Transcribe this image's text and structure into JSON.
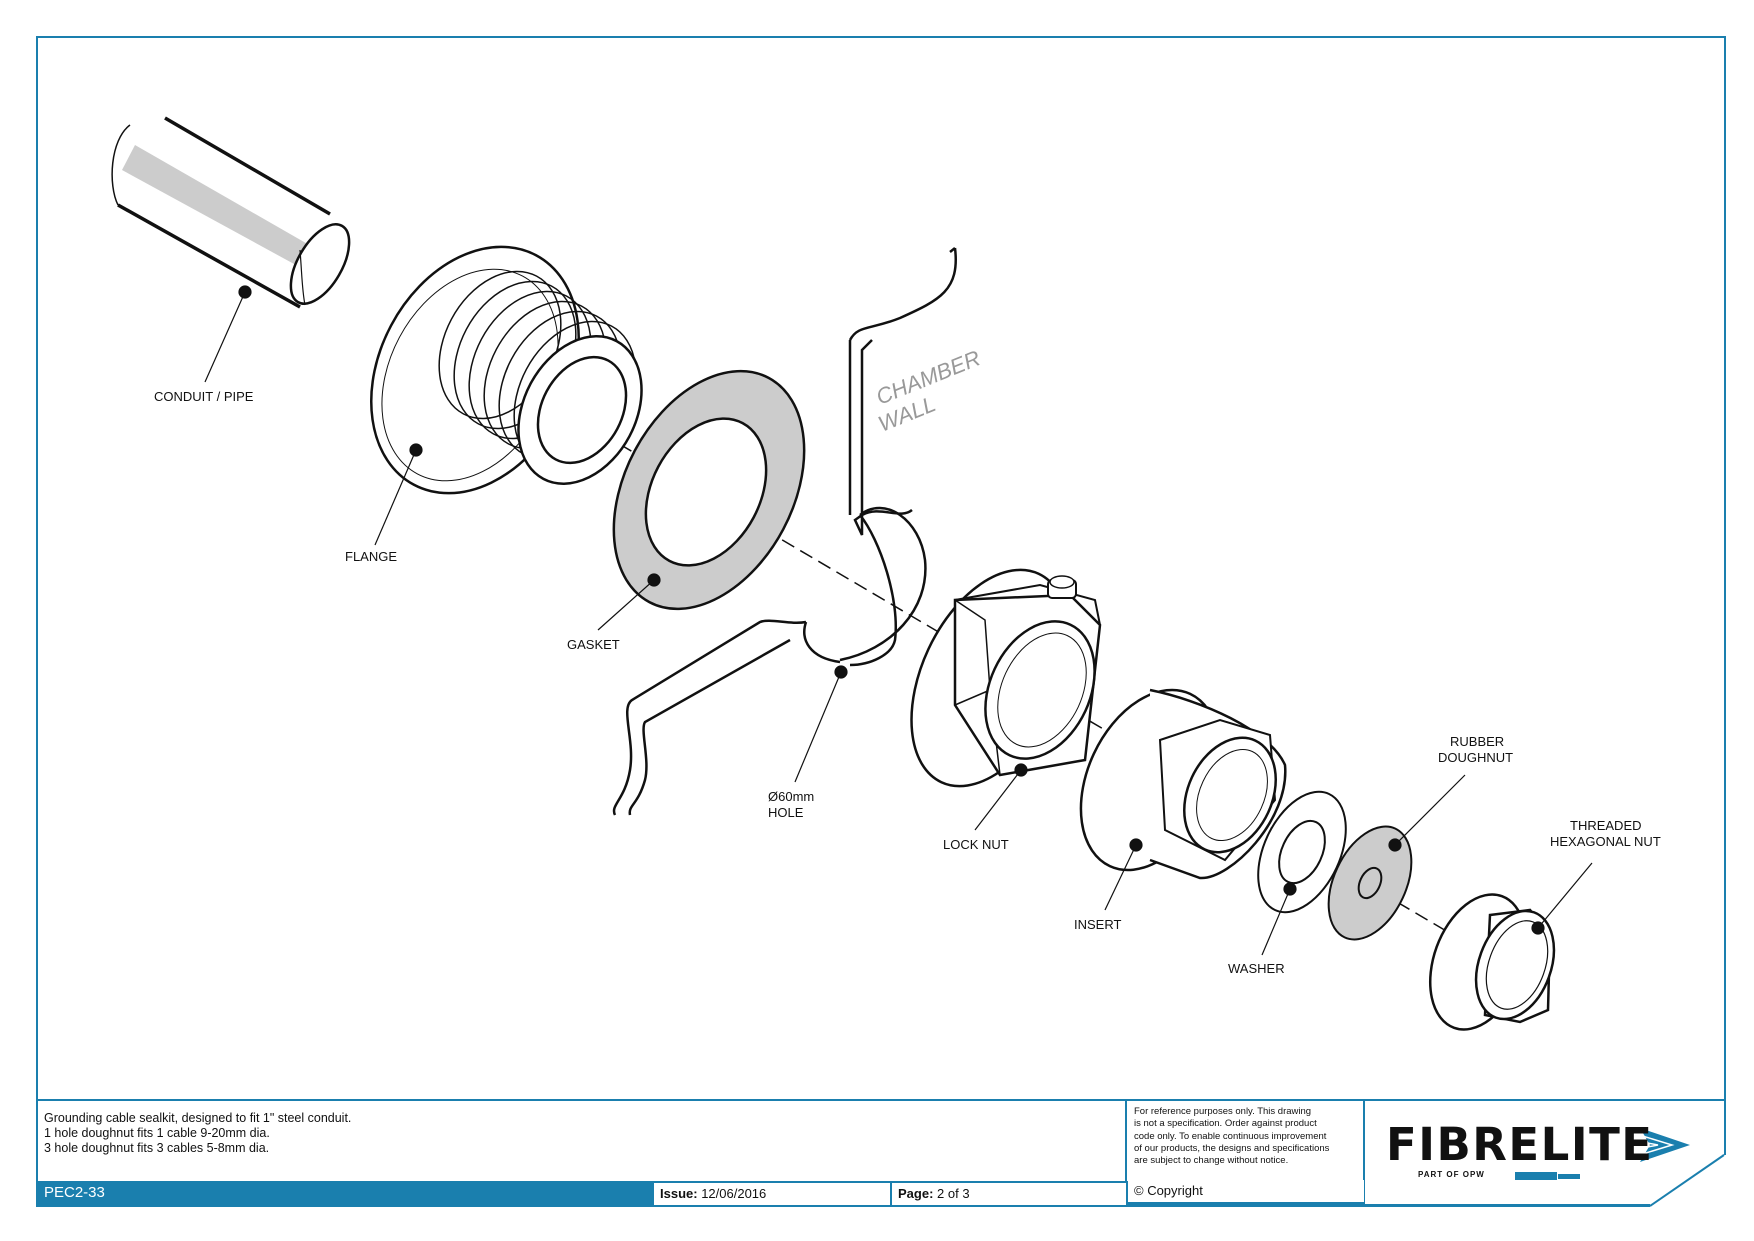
{
  "parts": {
    "conduit": "CONDUIT / PIPE",
    "flange": "FLANGE",
    "gasket": "GASKET",
    "wall_line1": "CHAMBER",
    "wall_line2": "WALL",
    "hole_line1": "Ø60mm",
    "hole_line2": "HOLE",
    "lock_nut": "LOCK NUT",
    "insert": "INSERT",
    "washer": "WASHER",
    "doughnut_line1": "RUBBER",
    "doughnut_line2": "DOUGHNUT",
    "hexnut_line1": "THREADED",
    "hexnut_line2": "HEXAGONAL NUT"
  },
  "title_block": {
    "description": [
      "Grounding cable sealkit, designed to fit 1\" steel conduit.",
      "1 hole doughnut fits 1 cable 9-20mm dia.",
      "3 hole doughnut fits 3 cables 5-8mm dia."
    ],
    "code": "PEC2-33",
    "issue_label": "Issue:",
    "issue_value": "12/06/2016",
    "page_label": "Page:",
    "page_value": "2 of 3",
    "copyright": "© Copyright",
    "notice": [
      "For reference purposes only. This drawing",
      "is not a specification. Order against product",
      "code only.  To enable continuous improvement",
      "of our products, the designs and specifications",
      "are subject to change without notice."
    ],
    "logo_text": "FIBRELITE",
    "logo_sub": "PART OF OPW"
  },
  "colors": {
    "accent": "#1a7fae",
    "part_fill": "#cccccc"
  }
}
